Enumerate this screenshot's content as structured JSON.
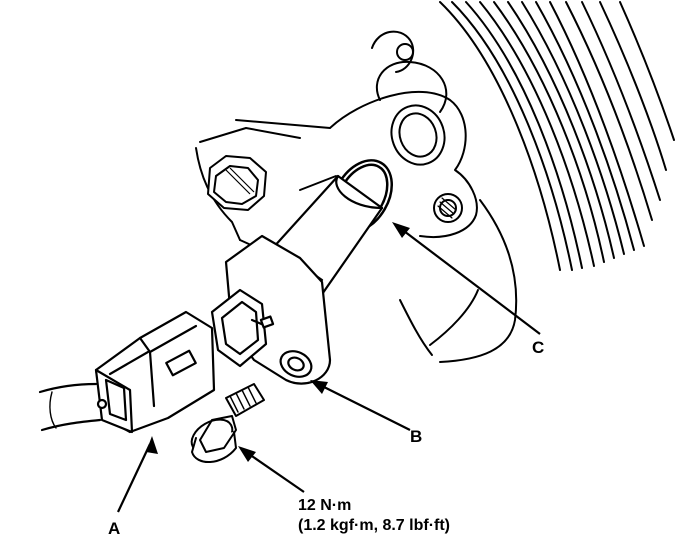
{
  "labels": {
    "a": "A",
    "b": "B",
    "c": "C"
  },
  "torque": {
    "line1": "12 N·m",
    "line2": "(1.2 kgf·m, 8.7 lbf·ft)"
  },
  "colors": {
    "ink": "#000000",
    "paper": "#ffffff"
  }
}
